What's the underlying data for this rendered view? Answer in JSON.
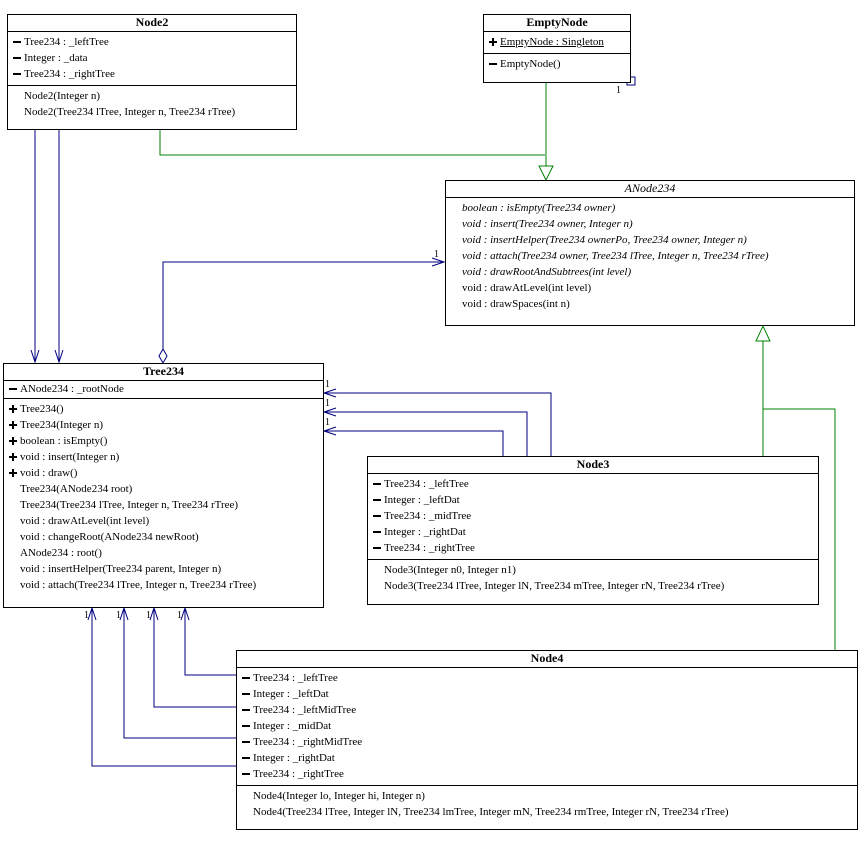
{
  "classes": {
    "node2": {
      "name": "Node2",
      "attributes": [
        {
          "vis": "private",
          "text": "Tree234 : _leftTree"
        },
        {
          "vis": "private",
          "text": "Integer : _data"
        },
        {
          "vis": "private",
          "text": "Tree234 : _rightTree"
        }
      ],
      "operations": [
        {
          "vis": "none",
          "text": "Node2(Integer n)"
        },
        {
          "vis": "none",
          "text": "Node2(Tree234 lTree, Integer n, Tree234 rTree)"
        }
      ]
    },
    "emptynode": {
      "name": "EmptyNode",
      "attributes": [
        {
          "vis": "public",
          "text": "EmptyNode : Singleton"
        }
      ],
      "operations": [
        {
          "vis": "private",
          "text": "EmptyNode()"
        }
      ]
    },
    "anode234": {
      "name": "ANode234",
      "operations": [
        {
          "vis": "none",
          "italic": true,
          "text": "boolean : isEmpty(Tree234 owner)"
        },
        {
          "vis": "none",
          "italic": true,
          "text": "void : insert(Tree234 owner, Integer n)"
        },
        {
          "vis": "none",
          "italic": true,
          "text": "void : insertHelper(Tree234 ownerPo, Tree234 owner, Integer n)"
        },
        {
          "vis": "none",
          "italic": true,
          "text": "void : attach(Tree234 owner, Tree234 lTree, Integer n, Tree234 rTree)"
        },
        {
          "vis": "none",
          "italic": true,
          "text": "void : drawRootAndSubtrees(int level)"
        },
        {
          "vis": "none",
          "italic": false,
          "text": "void : drawAtLevel(int level)"
        },
        {
          "vis": "none",
          "italic": false,
          "text": "void : drawSpaces(int n)"
        }
      ]
    },
    "tree234": {
      "name": "Tree234",
      "attributes": [
        {
          "vis": "private",
          "text": "ANode234 : _rootNode"
        }
      ],
      "operations": [
        {
          "vis": "public",
          "text": "Tree234()"
        },
        {
          "vis": "public",
          "text": "Tree234(Integer n)"
        },
        {
          "vis": "public",
          "text": "boolean : isEmpty()"
        },
        {
          "vis": "public",
          "text": "void : insert(Integer n)"
        },
        {
          "vis": "public",
          "text": "void : draw()"
        },
        {
          "vis": "none",
          "text": "Tree234(ANode234 root)"
        },
        {
          "vis": "none",
          "text": "Tree234(Tree234 lTree, Integer n, Tree234 rTree)"
        },
        {
          "vis": "none",
          "text": "void : drawAtLevel(int level)"
        },
        {
          "vis": "none",
          "text": "void : changeRoot(ANode234 newRoot)"
        },
        {
          "vis": "none",
          "text": "ANode234 : root()"
        },
        {
          "vis": "none",
          "text": "void : insertHelper(Tree234 parent, Integer n)"
        },
        {
          "vis": "none",
          "text": "void : attach(Tree234 lTree, Integer n, Tree234 rTree)"
        }
      ]
    },
    "node3": {
      "name": "Node3",
      "attributes": [
        {
          "vis": "private",
          "text": "Tree234 : _leftTree"
        },
        {
          "vis": "private",
          "text": "Integer : _leftDat"
        },
        {
          "vis": "private",
          "text": "Tree234 : _midTree"
        },
        {
          "vis": "private",
          "text": "Integer : _rightDat"
        },
        {
          "vis": "private",
          "text": "Tree234 : _rightTree"
        }
      ],
      "operations": [
        {
          "vis": "none",
          "text": "Node3(Integer n0, Integer n1)"
        },
        {
          "vis": "none",
          "text": "Node3(Tree234 lTree, Integer lN, Tree234 mTree, Integer rN, Tree234 rTree)"
        }
      ]
    },
    "node4": {
      "name": "Node4",
      "attributes": [
        {
          "vis": "private",
          "text": "Tree234 : _leftTree"
        },
        {
          "vis": "private",
          "text": "Integer : _leftDat"
        },
        {
          "vis": "private",
          "text": "Tree234 : _leftMidTree"
        },
        {
          "vis": "private",
          "text": "Integer : _midDat"
        },
        {
          "vis": "private",
          "text": "Tree234 : _rightMidTree"
        },
        {
          "vis": "private",
          "text": "Integer : _rightDat"
        },
        {
          "vis": "private",
          "text": "Tree234 : _rightTree"
        }
      ],
      "operations": [
        {
          "vis": "none",
          "text": "Node4(Integer lo, Integer hi, Integer n)"
        },
        {
          "vis": "none",
          "text": "Node4(Tree234 lTree, Integer lN, Tree234 lmTree, Integer mN, Tree234 rmTree, Integer rN, Tree234 rTree)"
        }
      ]
    }
  },
  "multiplicity": {
    "singleton": "1",
    "root_node": "1",
    "node3_a": "1",
    "node3_b": "1",
    "node3_c": "1",
    "node4_a": "1",
    "node4_b": "1",
    "node4_c": "1",
    "node4_d": "1"
  },
  "colors": {
    "association": "#000080",
    "inheritance": "#008000",
    "border": "#000000"
  }
}
